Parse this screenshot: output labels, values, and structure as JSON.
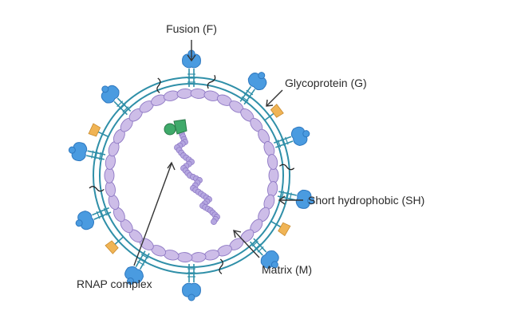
{
  "labels": {
    "fusion": "Fusion (F)",
    "glycoprotein": "Glycoprotein (G)",
    "short_hydrophobic": "Short hydrophobic (SH)",
    "matrix": "Matrix (M)",
    "rnap": "RNAP complex"
  },
  "colors": {
    "membrane": "#2f8fa8",
    "matrix_fill": "#cdbde8",
    "matrix_stroke": "#8e78c4",
    "fusion_head": "#4a9be0",
    "fusion_head_dark": "#2f79c0",
    "glycoprotein": "#f0b455",
    "rnap": "#3faa6a",
    "rna": "#b4a6e0",
    "sh_line": "#222222"
  },
  "icons": {
    "fusion": "fusion-protein-icon",
    "glycoprotein": "glycoprotein-icon",
    "sh": "short-hydrophobic-protein-icon",
    "rnap": "rnap-complex-icon"
  }
}
